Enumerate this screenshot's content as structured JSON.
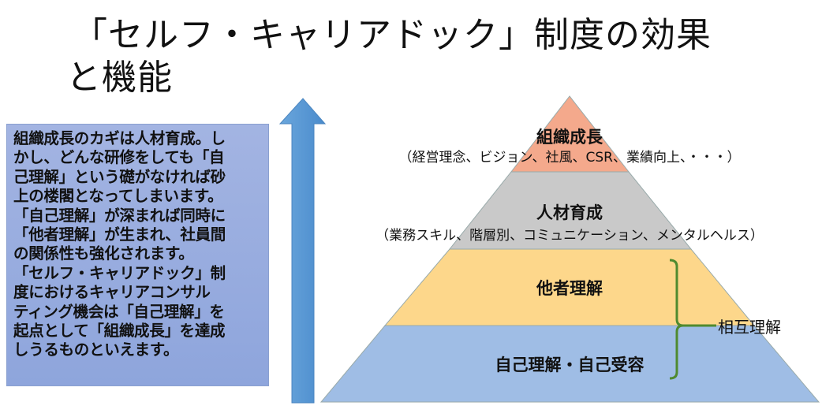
{
  "title": {
    "line1": "「セルフ・キャリアドック」制度の効果",
    "line2": "と機能"
  },
  "description_lines": [
    "組織成長のカギは人材育成。し",
    "かし、どんな研修をしても「自",
    "己理解」という礎がなければ砂",
    "上の楼閣となってしまいます。",
    "「自己理解」が深まれば同時に",
    "「他者理解」が生まれ、社員間",
    "の関係性も強化されます。",
    "「セルフ・キャリアドック」制",
    "度におけるキャリアコンサル",
    "ティング機会は「自己理解」を",
    "起点として「組織成長」を達成",
    "しうるものといえます。"
  ],
  "pyramid": {
    "levels": [
      {
        "label": "組織成長",
        "sub": "（経営理念、ビジョン、社風、CSR、業績向上、・・・）",
        "color": "#f4a98c"
      },
      {
        "label": "人材育成",
        "sub": "（業務スキル、階層別、コミュニケーション、メンタルヘルス）",
        "color": "#c9c9c9"
      },
      {
        "label": "他者理解",
        "color": "#fdd78b"
      },
      {
        "label": "自己理解・自己受容",
        "color": "#9fbde5"
      }
    ],
    "bracket_label": "相互理解",
    "bracket_color": "#4f8a2f",
    "arrow_color": "#5b9bd5"
  }
}
